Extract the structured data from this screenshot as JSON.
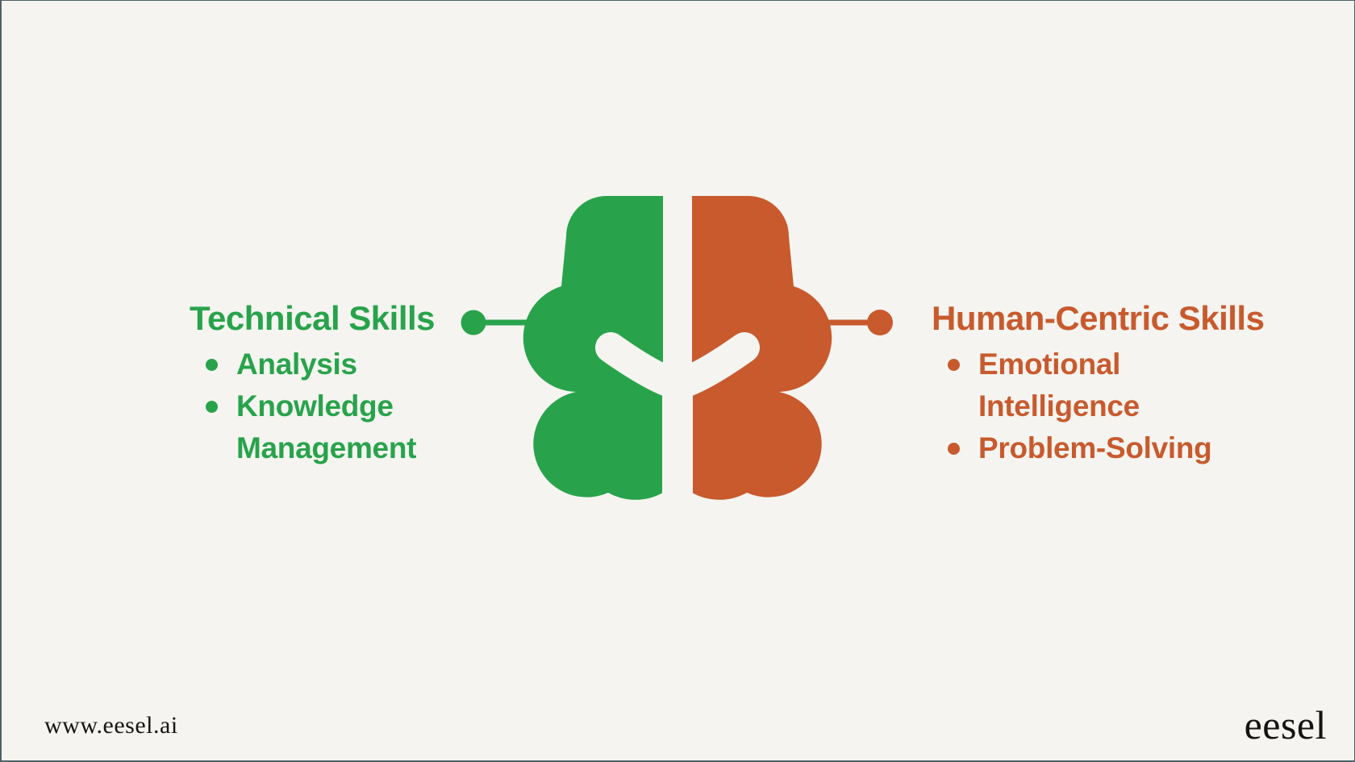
{
  "colors": {
    "green": "#28A34B",
    "orange": "#C85A2D",
    "background": "#F5F4F0",
    "footer_text": "#141414"
  },
  "graphic": {
    "icon": "split-brain-icon",
    "left_half_color": "#28A34B",
    "right_half_color": "#C85A2D"
  },
  "left_panel": {
    "title": "Technical Skills",
    "items": [
      "Analysis",
      "Knowledge Management"
    ]
  },
  "right_panel": {
    "title": "Human-Centric Skills",
    "items": [
      "Emotional Intelligence",
      "Problem-Solving"
    ]
  },
  "footer": {
    "website": "www.eesel.ai",
    "brand": "eesel"
  }
}
